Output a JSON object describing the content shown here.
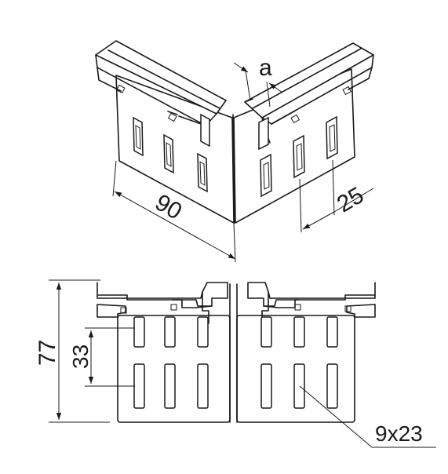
{
  "labels": {
    "depth": "90",
    "gap": "a",
    "pitch": "25",
    "height": "77",
    "slot_offset": "33",
    "slot_size": "9x23"
  }
}
